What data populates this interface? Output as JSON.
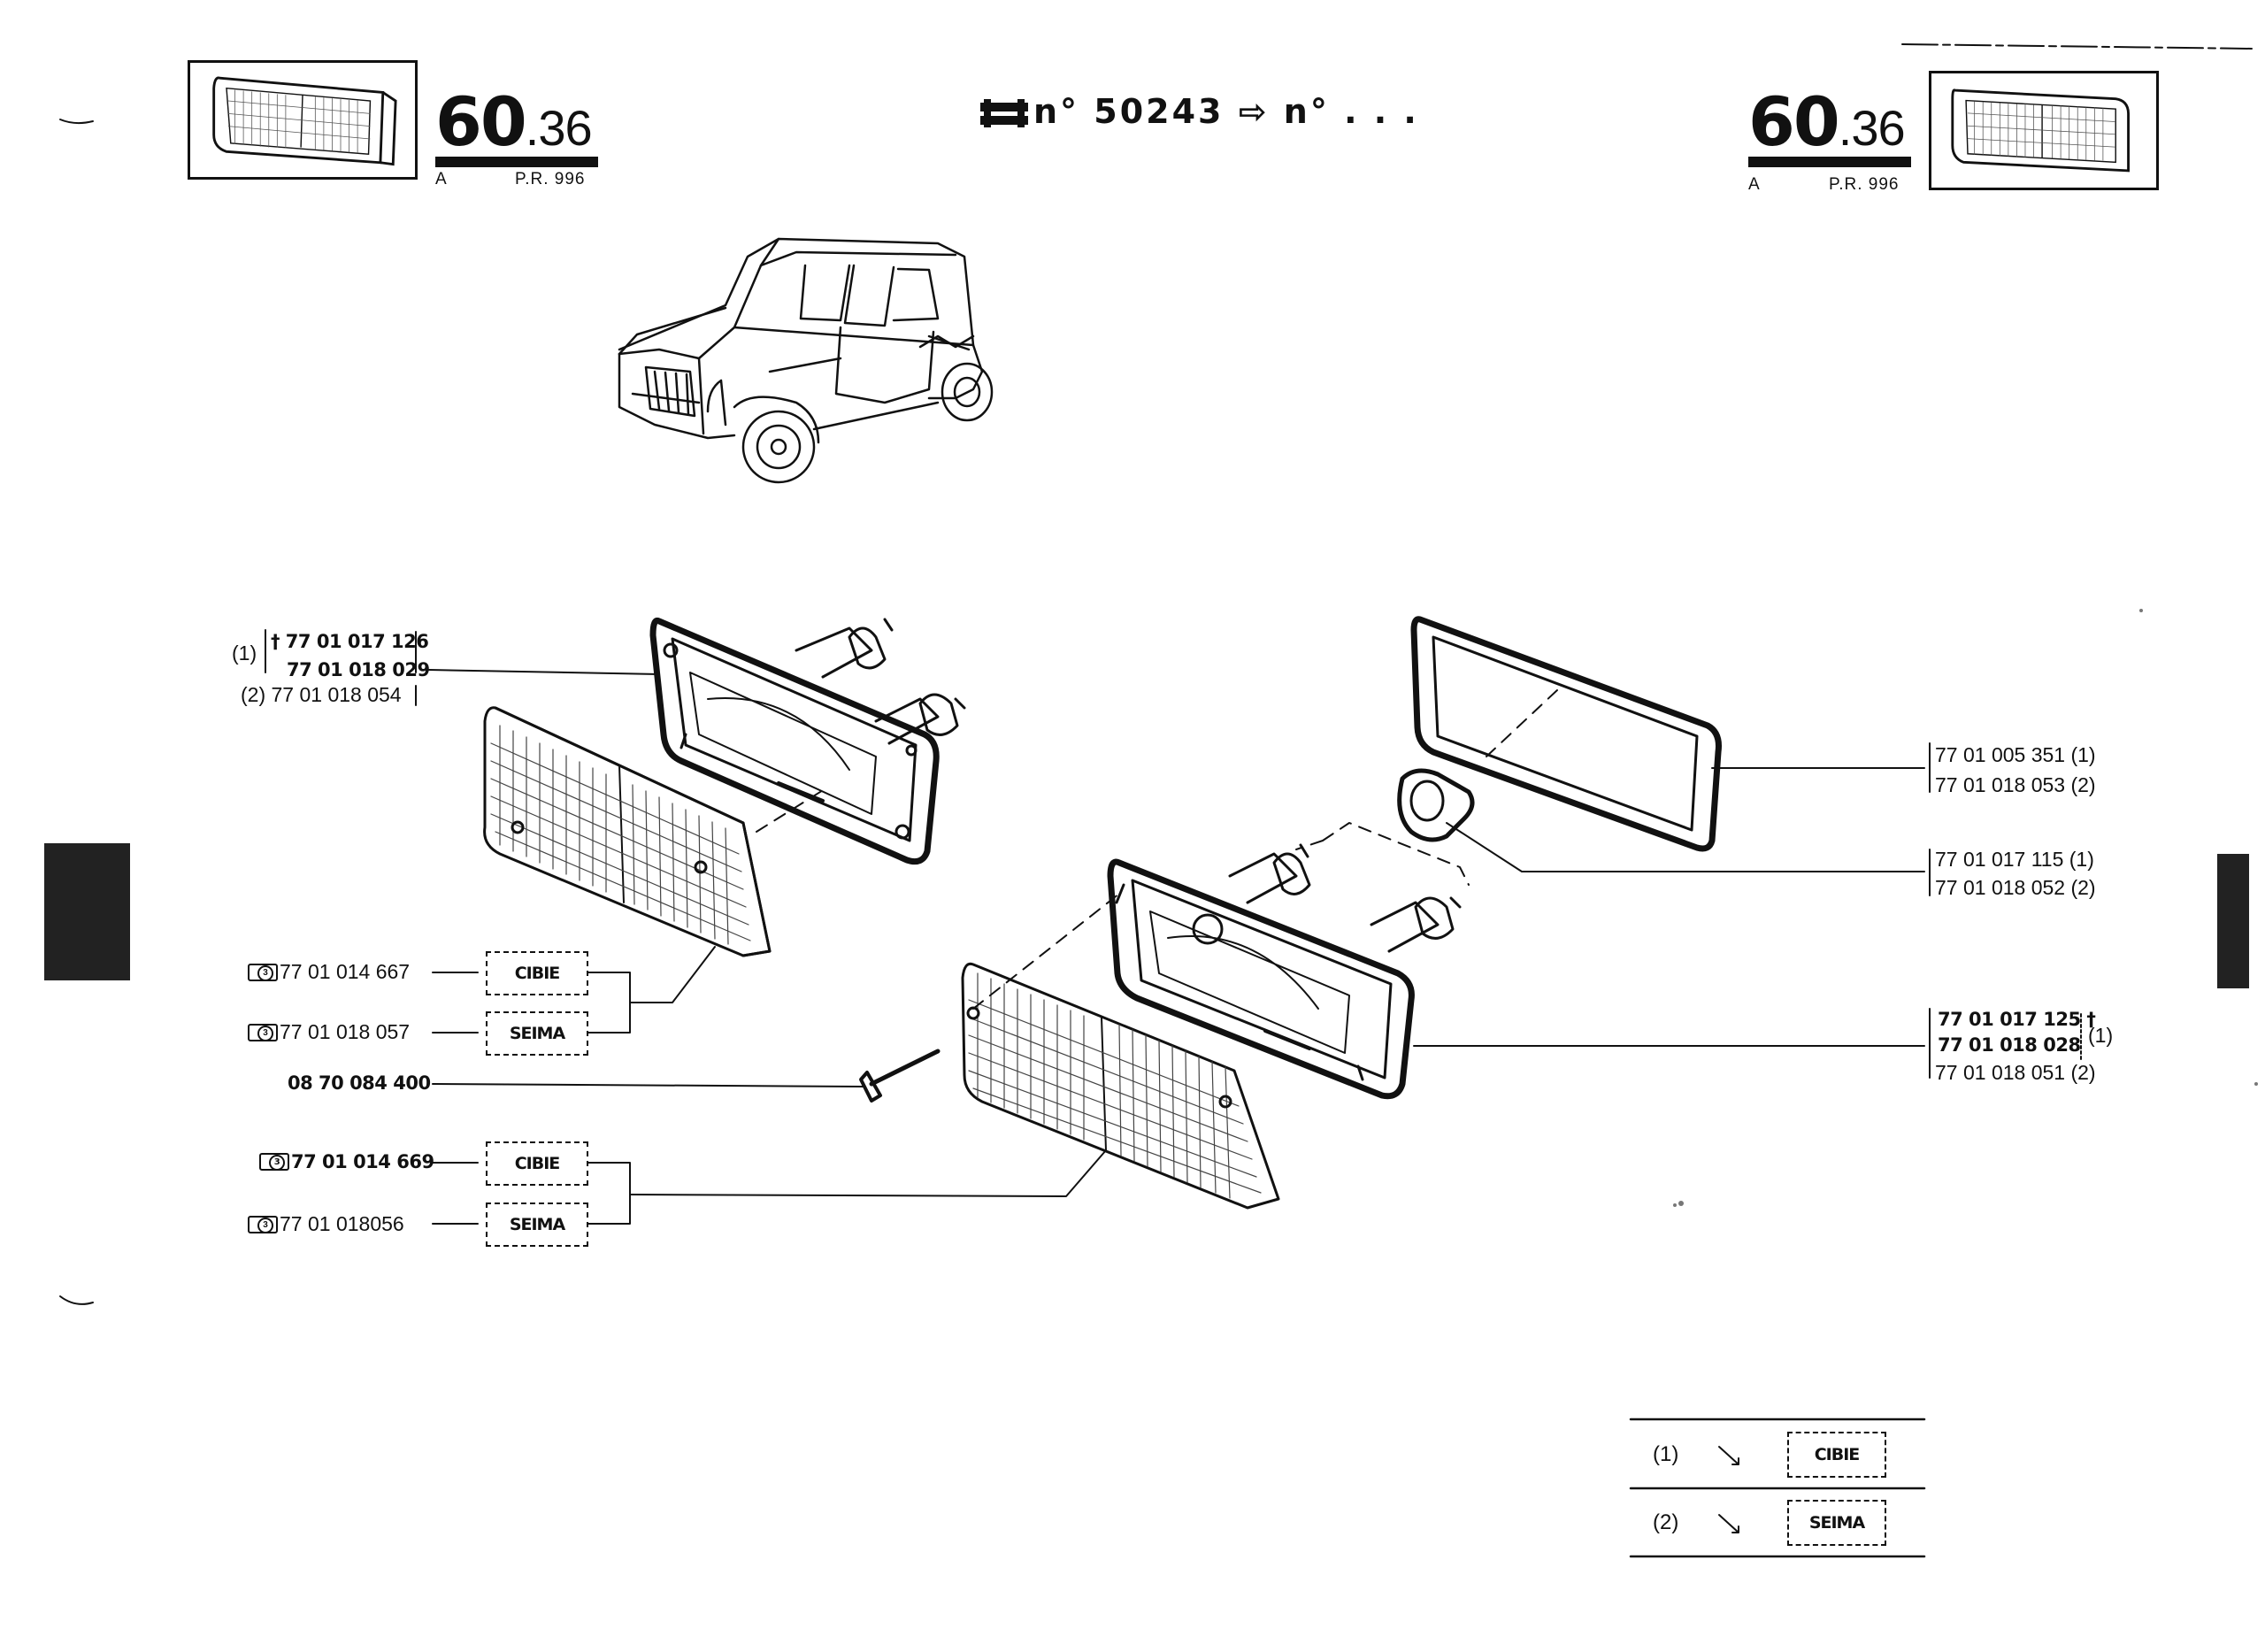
{
  "header": {
    "section_big": "60",
    "section_small": ".36",
    "sub_left": "A",
    "sub_right": "P.R. 996",
    "serial_text": "n° 50243 ⇨ n° . . .",
    "right_section_big": "60",
    "right_section_small": ".36",
    "right_sub_left": "A",
    "right_sub_right": "P.R. 996"
  },
  "left_callouts": {
    "note1": "(1)",
    "pn1": "† 77 01 017 126",
    "pn2": "77 01 018 029",
    "note2_pn": "(2) 77 01 018 054",
    "lens1_qty": "3",
    "lens1_pn": "77 01 014 667",
    "lens2_qty": "3",
    "lens2_pn": "77 01 018 057",
    "screw_pn": "08 70 084 400",
    "lens3_qty": "3",
    "lens3_pn": "77 01 014 669",
    "lens4_qty": "3",
    "lens4_pn": "77 01 018056",
    "maker_a1": "CIBIE",
    "maker_a2": "SEIMA",
    "maker_b1": "CIBIE",
    "maker_b2": "SEIMA"
  },
  "right_callouts": {
    "gasket_pn1": "77 01 005 351 (1)",
    "gasket_pn2": "77 01 018 053 (2)",
    "socket_pn1": "77 01 017 115 (1)",
    "socket_pn2": "77 01 018 052 (2)",
    "body_pn1": "77 01 017 125 †",
    "body_pn2": "77 01 018 028",
    "body_note": "(1)",
    "body_pn3": "77 01 018 051 (2)"
  },
  "legend": {
    "rows": [
      {
        "num": "(1)",
        "maker": "CIBIE"
      },
      {
        "num": "(2)",
        "maker": "SEIMA"
      }
    ]
  }
}
